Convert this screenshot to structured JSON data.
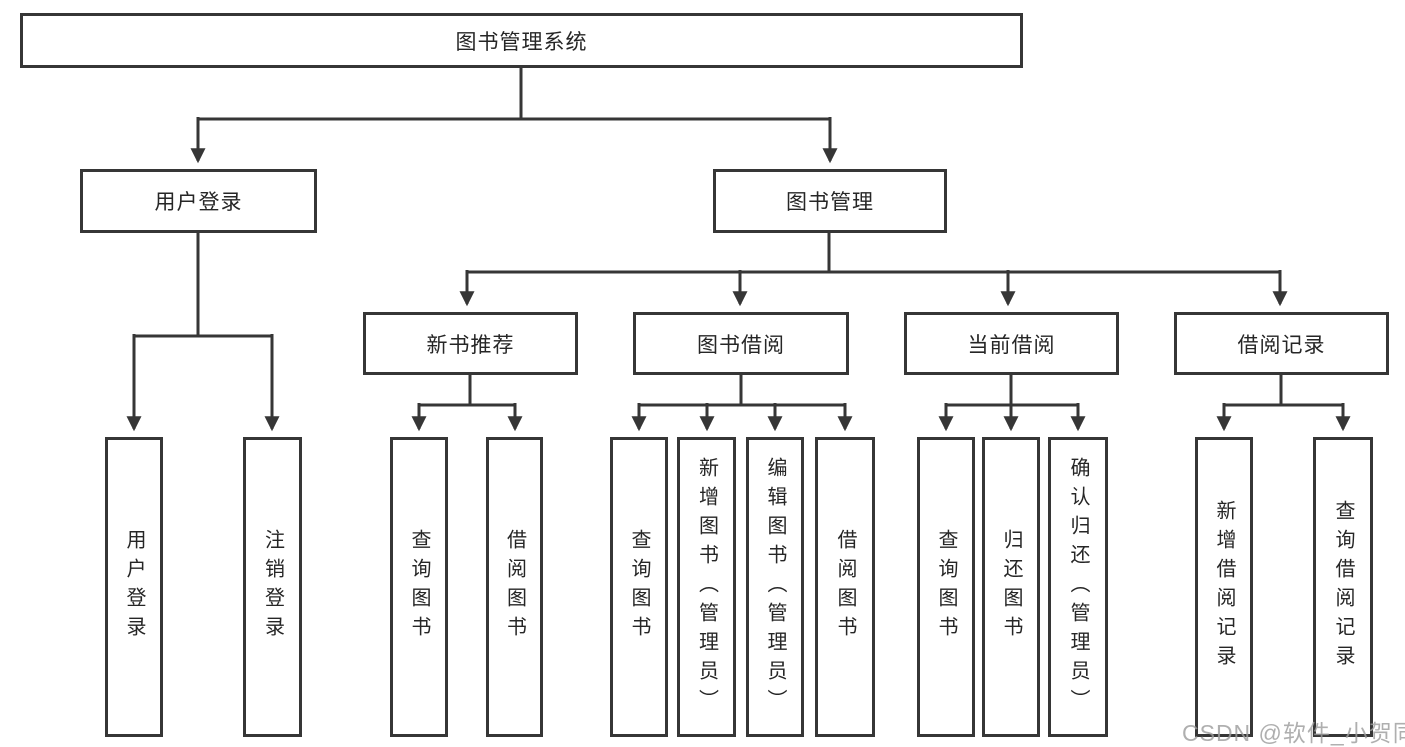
{
  "diagram": {
    "root_label": "图书管理系统",
    "level2": {
      "user_login": "用户登录",
      "book_mgmt": "图书管理"
    },
    "level3": {
      "new_books": "新书推荐",
      "book_borrow": "图书借阅",
      "current_borrow": "当前借阅",
      "borrow_records": "借阅记录"
    },
    "leaves": {
      "user_login": [
        "用户登录",
        "注销登录"
      ],
      "new_books": [
        "查询图书",
        "借阅图书"
      ],
      "book_borrow": [
        "查询图书",
        "新增图书（管理员）",
        "编辑图书（管理员）",
        "借阅图书"
      ],
      "current_borrow": [
        "查询图书",
        "归还图书",
        "确认归还（管理员）"
      ],
      "borrow_records": [
        "新增借阅记录",
        "查询借阅记录"
      ]
    }
  },
  "watermark": {
    "text": "CSDN @软件_小贺同学"
  },
  "colors": {
    "line": "#363636",
    "box_border": "#363636",
    "text": "#262626",
    "watermark": "#9e9e9e",
    "background": "#ffffff"
  }
}
